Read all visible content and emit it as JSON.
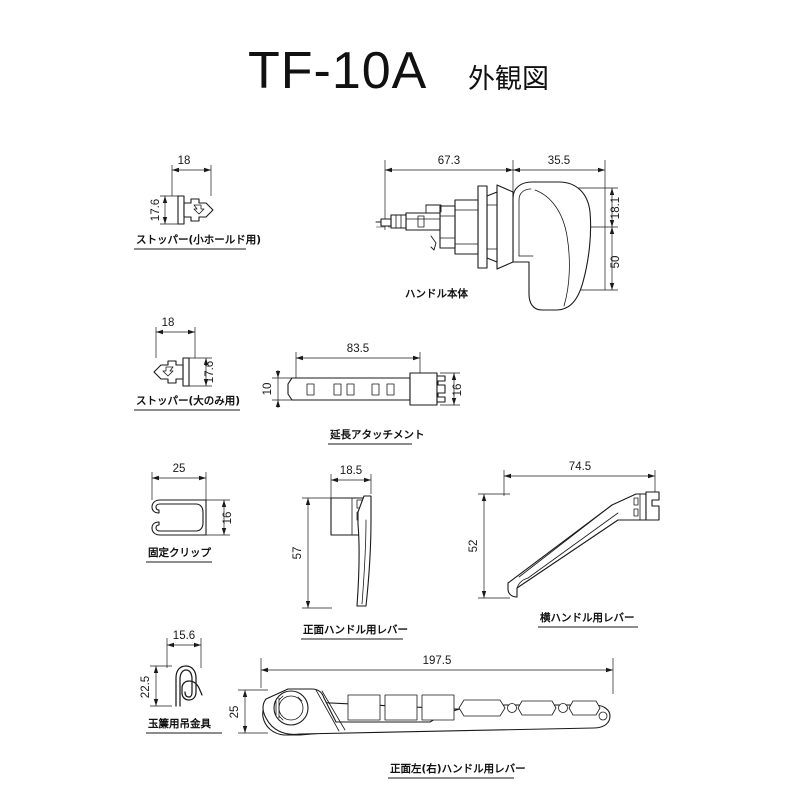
{
  "header": {
    "model": "TF-10A",
    "subtitle": "外観図"
  },
  "drawing": {
    "background_color": "#ffffff",
    "line_color": "#1a1a1a",
    "unit": "mm",
    "part_count": 9
  },
  "parts": [
    {
      "id": "stopper-small",
      "label": "ストッパー(小ホールド用)",
      "underlined": true,
      "dims": [
        {
          "name": "width",
          "value": "18",
          "orientation": "horizontal"
        },
        {
          "name": "height",
          "value": "17.6",
          "orientation": "vertical"
        }
      ]
    },
    {
      "id": "stopper-large",
      "label": "ストッパー(大のみ用)",
      "underlined": true,
      "dims": [
        {
          "name": "width",
          "value": "18",
          "orientation": "horizontal"
        },
        {
          "name": "height",
          "value": "17.6",
          "orientation": "vertical"
        }
      ]
    },
    {
      "id": "handle-body",
      "label": "ハンドル本体",
      "underlined": false,
      "dims": [
        {
          "name": "shaft-length",
          "value": "67.3",
          "orientation": "horizontal"
        },
        {
          "name": "grip-depth",
          "value": "35.5",
          "orientation": "horizontal"
        },
        {
          "name": "grip-top",
          "value": "18.1",
          "orientation": "vertical"
        },
        {
          "name": "grip-drop",
          "value": "50",
          "orientation": "vertical"
        }
      ]
    },
    {
      "id": "extension-attachment",
      "label": "延長アタッチメント",
      "underlined": true,
      "dims": [
        {
          "name": "length",
          "value": "83.5",
          "orientation": "horizontal"
        },
        {
          "name": "thickness",
          "value": "10",
          "orientation": "vertical"
        },
        {
          "name": "head-height",
          "value": "16",
          "orientation": "vertical"
        }
      ]
    },
    {
      "id": "fixing-clip",
      "label": "固定クリップ",
      "underlined": true,
      "dims": [
        {
          "name": "width",
          "value": "25",
          "orientation": "horizontal"
        },
        {
          "name": "height",
          "value": "16",
          "orientation": "vertical"
        }
      ]
    },
    {
      "id": "front-handle-lever",
      "label": "正面ハンドル用レバー",
      "underlined": true,
      "dims": [
        {
          "name": "width",
          "value": "18.5",
          "orientation": "horizontal"
        },
        {
          "name": "height",
          "value": "57",
          "orientation": "vertical"
        }
      ]
    },
    {
      "id": "side-handle-lever",
      "label": "横ハンドル用レバー",
      "underlined": true,
      "dims": [
        {
          "name": "width",
          "value": "74.5",
          "orientation": "horizontal"
        },
        {
          "name": "height",
          "value": "52",
          "orientation": "vertical"
        }
      ]
    },
    {
      "id": "hanging-bracket",
      "label": "玉簾用吊金具",
      "underlined": true,
      "dims": [
        {
          "name": "width",
          "value": "15.6",
          "orientation": "horizontal"
        },
        {
          "name": "height",
          "value": "22.5",
          "orientation": "vertical"
        }
      ]
    },
    {
      "id": "front-lr-handle-lever",
      "label": "正面左(右)ハンドル用レバー",
      "underlined": true,
      "dims": [
        {
          "name": "length",
          "value": "197.5",
          "orientation": "horizontal"
        },
        {
          "name": "height",
          "value": "25",
          "orientation": "vertical"
        }
      ]
    }
  ]
}
